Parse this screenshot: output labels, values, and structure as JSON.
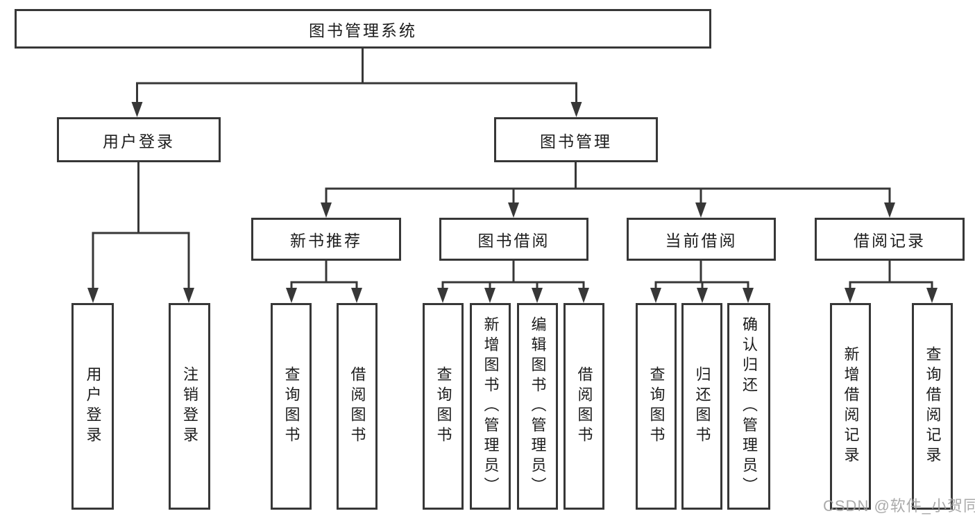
{
  "tree": {
    "root": "图书管理系统",
    "level2": [
      "用户登录",
      "图书管理"
    ],
    "login_children": [
      "用户登录",
      "注销登录"
    ],
    "level3": [
      "新书推荐",
      "图书借阅",
      "当前借阅",
      "借阅记录"
    ],
    "newbook_children": [
      "查询图书",
      "借阅图书"
    ],
    "borrow_children": [
      "查询图书",
      "新增图书（管理员）",
      "编辑图书（管理员）",
      "借阅图书"
    ],
    "current_children": [
      "查询图书",
      "归还图书",
      "确认归还（管理员）"
    ],
    "records_children": [
      "新增借阅记录",
      "查询借阅记录"
    ]
  },
  "watermark": "CSDN @软件_小贺同学",
  "colors": {
    "line": "#373737",
    "text": "#1c1c1c",
    "watermark": "#9e9e9e",
    "background": "#ffffff"
  }
}
